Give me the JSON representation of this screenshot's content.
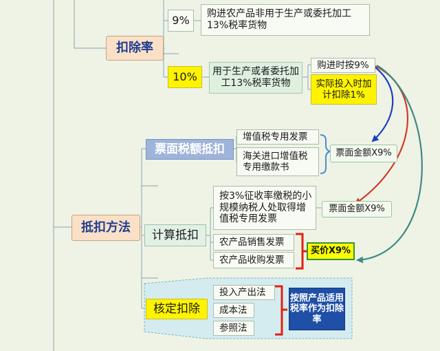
{
  "colors": {
    "background": "#eef3e6",
    "connector": "#9db2ba",
    "arrow_blue": "#1c3fbf",
    "arrow_green": "#3f8a82",
    "arrow_red": "#d23a2a",
    "bracket_red": "#e02010",
    "bracket_blue": "#4a8fcf",
    "highlight_yellow": "#fff300",
    "navy": "#1f4fa6"
  },
  "deduction_rate": {
    "title": "扣除率",
    "rate_9": "9%",
    "rate_9_desc": "购进农产品非用于生产或委托加工13%税率货物",
    "rate_10": "10%",
    "rate_10_desc": "用于生产或者委托加工13%税率货物",
    "on_purchase": "购进时按9%",
    "on_use": "实际投入时加计扣除1%"
  },
  "deduction_method": {
    "title": "抵扣方法",
    "ticket": {
      "title": "票面税额抵扣",
      "items": [
        "增值税专用发票",
        "海关进口增值税专用缴款书"
      ],
      "result": "票面金额X9%"
    },
    "calc": {
      "title": "计算抵扣",
      "small_scale": "按3%征收率缴税的小规模纳税人处取得增值税专用发票",
      "small_scale_result": "票面金额X9%",
      "items": [
        "农产品销售发票",
        "农产品收购发票"
      ],
      "result": "买价X9%"
    },
    "approved": {
      "title": "核定扣除",
      "items": [
        "投入产出法",
        "成本法",
        "参照法"
      ],
      "result": "按照产品适用税率作为扣除率"
    }
  }
}
